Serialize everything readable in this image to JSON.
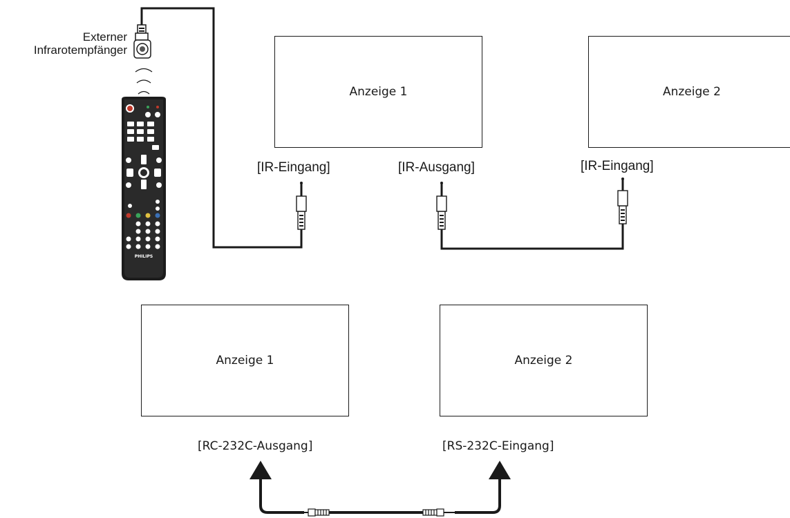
{
  "receiver": {
    "line1": "Externer",
    "line2": "Infrarotempfänger"
  },
  "ir_setup": {
    "display_1": "Anzeige 1",
    "display_2": "Anzeige 2",
    "ir_in_1": "[IR-Eingang]",
    "ir_out": "[IR-Ausgang]",
    "ir_in_2": "[IR-Eingang]"
  },
  "rs232_setup": {
    "display_1": "Anzeige 1",
    "display_2": "Anzeige 2",
    "rc_out": "[RC-232C-Ausgang]",
    "rs_in": "[RS-232C-Eingang]"
  },
  "remote": {
    "brand": "PHILIPS"
  },
  "colors": {
    "line": "#1a1a1a",
    "accent_red": "#c0392b"
  }
}
